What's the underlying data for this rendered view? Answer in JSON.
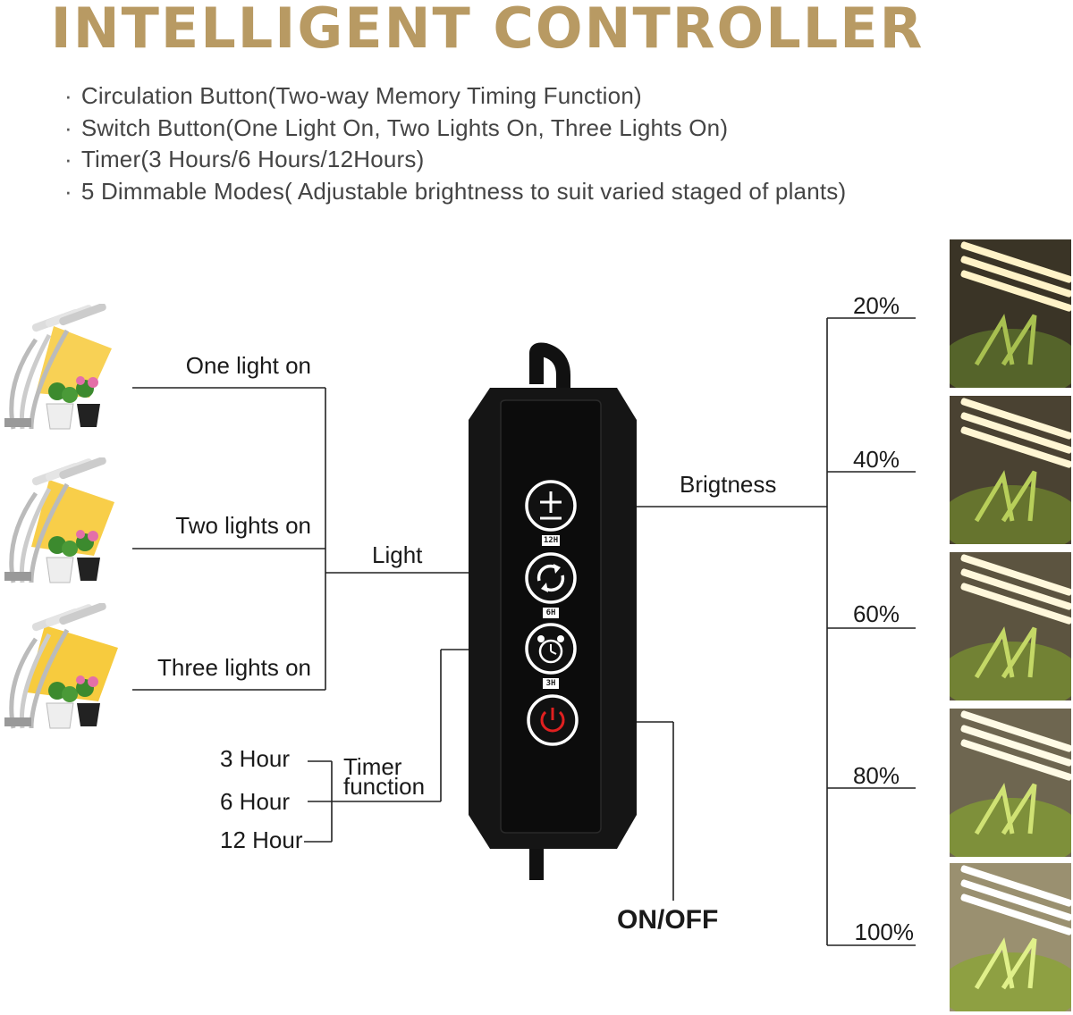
{
  "title": "INTELLIGENT CONTROLLER",
  "features": [
    "Circulation Button(Two-way Memory Timing Function)",
    "Switch Button(One Light On, Two Lights On, Three Lights On)",
    "Timer(3 Hours/6 Hours/12Hours)",
    "5 Dimmable Modes( Adjustable brightness to suit varied staged of plants)"
  ],
  "light_modes": {
    "one": "One light on",
    "two": "Two lights on",
    "three": "Three lights on",
    "group_label": "Light"
  },
  "timer": {
    "group_label_line1": "Timer",
    "group_label_line2": "function",
    "options": [
      "3 Hour",
      "6 Hour",
      "12 Hour"
    ]
  },
  "controller": {
    "badges": [
      "12H",
      "6H",
      "3H"
    ],
    "accent_color": "#e02020",
    "body_color": "#151515"
  },
  "brightness": {
    "group_label": "Brigtness",
    "levels": [
      "20%",
      "40%",
      "60%",
      "80%",
      "100%"
    ]
  },
  "power_label": "ON/OFF",
  "colors": {
    "title": "#b89a63",
    "lamp_glow": "#f6c21c"
  }
}
